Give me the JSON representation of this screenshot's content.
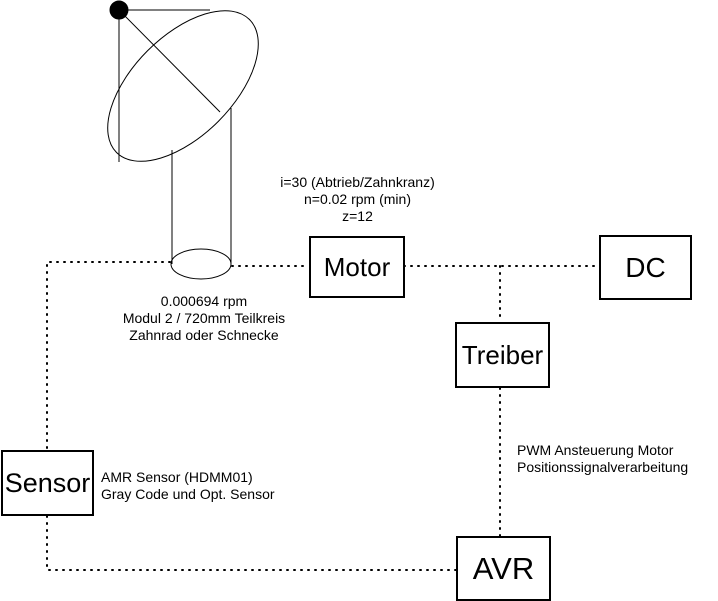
{
  "diagram": {
    "boxes": {
      "motor": "Motor",
      "dc": "DC",
      "treiber": "Treiber",
      "sensor": "Sensor",
      "avr": "AVR"
    },
    "motor_specs": {
      "line1": "i=30 (Abtrieb/Zahnkranz)",
      "line2": "n=0.02 rpm (min)",
      "line3": "z=12"
    },
    "gear_specs": {
      "line1": "0.000694 rpm",
      "line2": "Modul 2 / 720mm Teilkreis",
      "line3": "Zahnrad oder Schnecke"
    },
    "sensor_specs": {
      "line1": "AMR Sensor (HDMM01)",
      "line2": "Gray Code und Opt. Sensor"
    },
    "driver_specs": {
      "line1": "PWM Ansteuerung Motor",
      "line2": "Positionssignalverarbeitung"
    }
  }
}
